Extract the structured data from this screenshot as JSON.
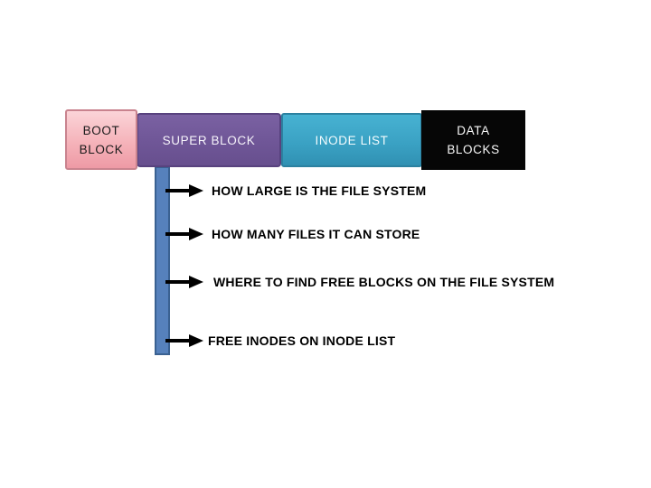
{
  "blocks": {
    "boot": {
      "word1": "BOOT",
      "word2": "BLOCK"
    },
    "super_block": {
      "label": "SUPER BLOCK"
    },
    "inode": {
      "label": "INODE LIST"
    },
    "data": {
      "word1": "DATA",
      "word2": "BLOCKS"
    }
  },
  "annotations": [
    {
      "text": "HOW LARGE IS THE FILE SYSTEM"
    },
    {
      "text": "HOW MANY FILES IT CAN STORE"
    },
    {
      "text": "WHERE TO FIND FREE BLOCKS ON THE FILE SYSTEM"
    },
    {
      "text": "FREE INODES ON INODE LIST"
    }
  ],
  "colors": {
    "boot_fill_top": "#fbd4d8",
    "boot_fill_bottom": "#ee9aa5",
    "boot_border": "#c9838e",
    "super_fill": "#6f5697",
    "super_border": "#58427e",
    "inode_fill": "#3ba2c4",
    "inode_border": "#2c81a0",
    "data_fill": "#060606",
    "connector_bar_fill": "#5681bc",
    "connector_bar_border": "#3a6191",
    "arrow": "#000000",
    "annotation_text": "#000000"
  }
}
